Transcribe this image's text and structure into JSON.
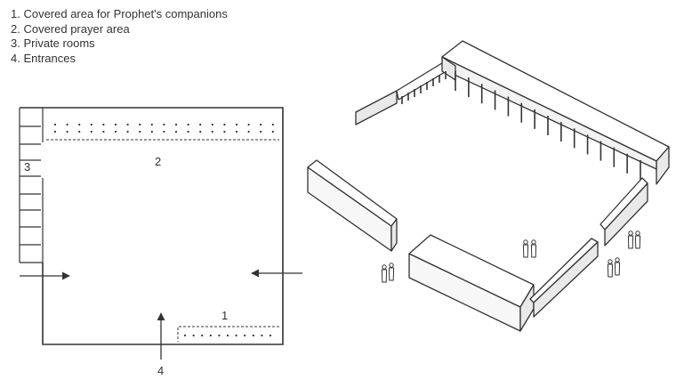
{
  "legend": [
    "1. Covered area for Prophet's companions",
    "2. Covered prayer area",
    "3. Private rooms",
    "4. Entrances"
  ],
  "plan_labels": {
    "area_1": "1",
    "area_2": "2",
    "area_3": "3",
    "area_4": "4"
  },
  "colors": {
    "line": "#333333",
    "wall_top": "#ffffff",
    "wall_side": "#e9e9e9",
    "wall_front": "#f7f7f7"
  }
}
